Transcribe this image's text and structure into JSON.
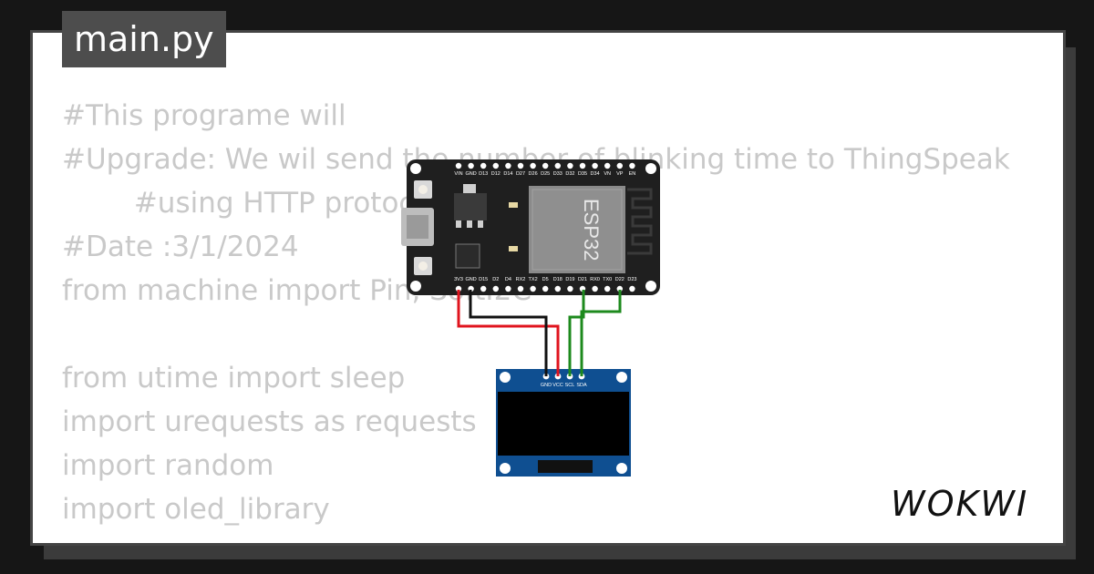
{
  "file_tab": {
    "label": "main.py"
  },
  "code_lines": [
    "#This programe will",
    "#Upgrade: We wil send the number of blinking time to ThingSpeak",
    "        #using HTTP protocol",
    "#Date :3/1/2024",
    "from machine import Pin, SoftI2C",
    "",
    "from utime import sleep",
    "import urequests as requests",
    "import random",
    "import oled_library"
  ],
  "esp32": {
    "chip_label": "ESP32",
    "top_pins": [
      "VIN",
      "GND",
      "D13",
      "D12",
      "D14",
      "D27",
      "D26",
      "D25",
      "D33",
      "D32",
      "D35",
      "D34",
      "VN",
      "VP",
      "EN"
    ],
    "bottom_pins": [
      "3V3",
      "GND",
      "D15",
      "D2",
      "D4",
      "RX2",
      "TX2",
      "D5",
      "D18",
      "D19",
      "D21",
      "RX0",
      "TX0",
      "D22",
      "D23"
    ]
  },
  "oled": {
    "pins": [
      "GND",
      "VCC",
      "SCL",
      "SDA"
    ]
  },
  "brand": {
    "name": "WOKWI"
  },
  "colors": {
    "background": "#161616",
    "card": "#ffffff",
    "tab": "#4d4d4d",
    "code_text": "#c9c9c9",
    "board": "#1f1f1f",
    "oled_pcb": "#0f4f91",
    "wire_red": "#e0141e",
    "wire_black": "#111111",
    "wire_green": "#1d8a1d"
  }
}
